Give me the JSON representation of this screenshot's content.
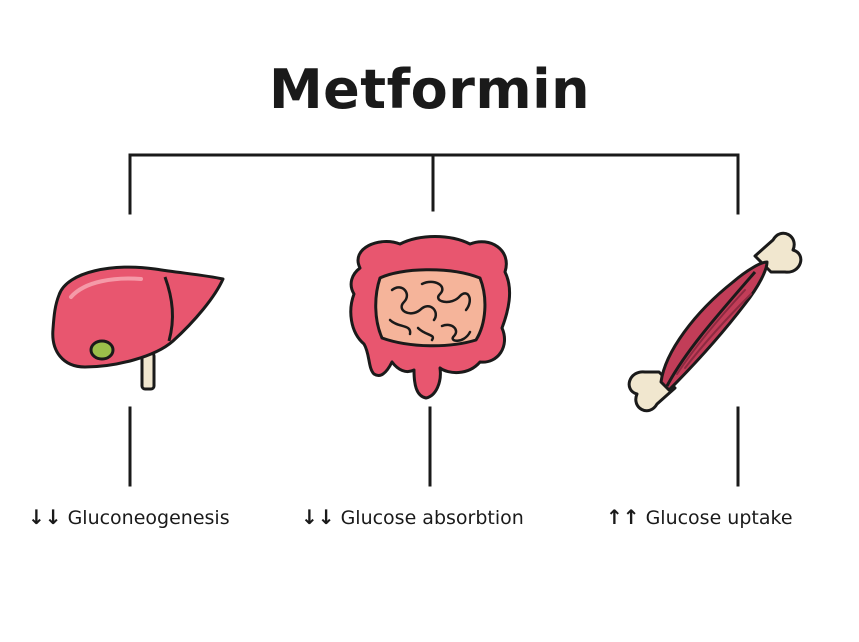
{
  "title": "Metformin",
  "effects": [
    {
      "arrows": "↓↓",
      "text": "Gluconeogenesis",
      "direction": "decrease",
      "organ_icon": "liver-icon"
    },
    {
      "arrows": "↓↓",
      "text": "Glucose absorbtion",
      "direction": "decrease",
      "organ_icon": "intestine-icon"
    },
    {
      "arrows": "↑↑",
      "text": "Glucose uptake",
      "direction": "increase",
      "organ_icon": "muscle-icon"
    }
  ],
  "colors": {
    "organ_pink": "#e8566f",
    "organ_dark": "#c23d58",
    "intestine_inner": "#f5b49a",
    "gallbladder": "#9bbf4a",
    "bone": "#f1e7cf",
    "line": "#1a1a1a"
  }
}
